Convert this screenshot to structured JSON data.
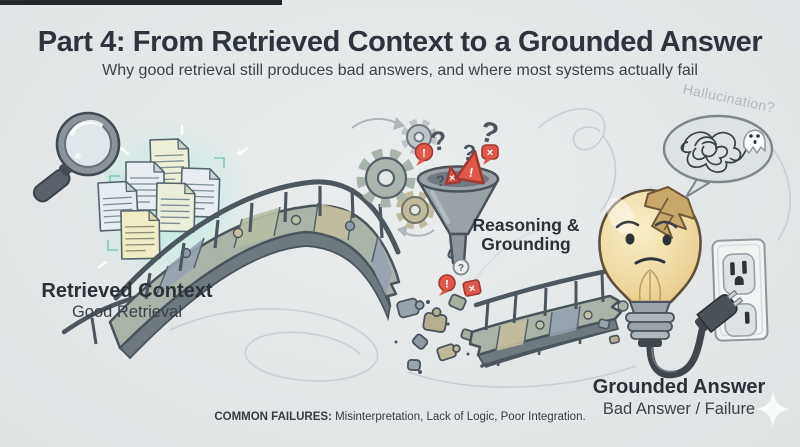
{
  "page": {
    "title": "Part 4: From Retrieved Context to a Grounded Answer",
    "subtitle": "Why good retrieval still produces bad answers, and where most systems actually fail"
  },
  "stages": {
    "retrieval": {
      "label": "Retrieved Context",
      "sublabel": "Good Retrieval"
    },
    "reasoning": {
      "line1": "Reasoning &",
      "line2": "Grounding"
    },
    "answer": {
      "label": "Grounded Answer",
      "sublabel": "Bad Answer / Failure"
    },
    "hallucination_label": "Hallucination?"
  },
  "footer": {
    "bold": "COMMON FAILURES:",
    "text": " Misinterpretation, Lack of Logic, Poor Integration."
  },
  "glyphs": {
    "question": "?",
    "exclaim": "!",
    "cross": "×"
  },
  "colors": {
    "background": "#e4e7e8",
    "ink": "#2e353c",
    "alert_red": "#e0584a",
    "glow_teal": "#b9ece0",
    "bulb_yellow": "#eed9a0",
    "bridge_grey": "#a9b3a7"
  }
}
